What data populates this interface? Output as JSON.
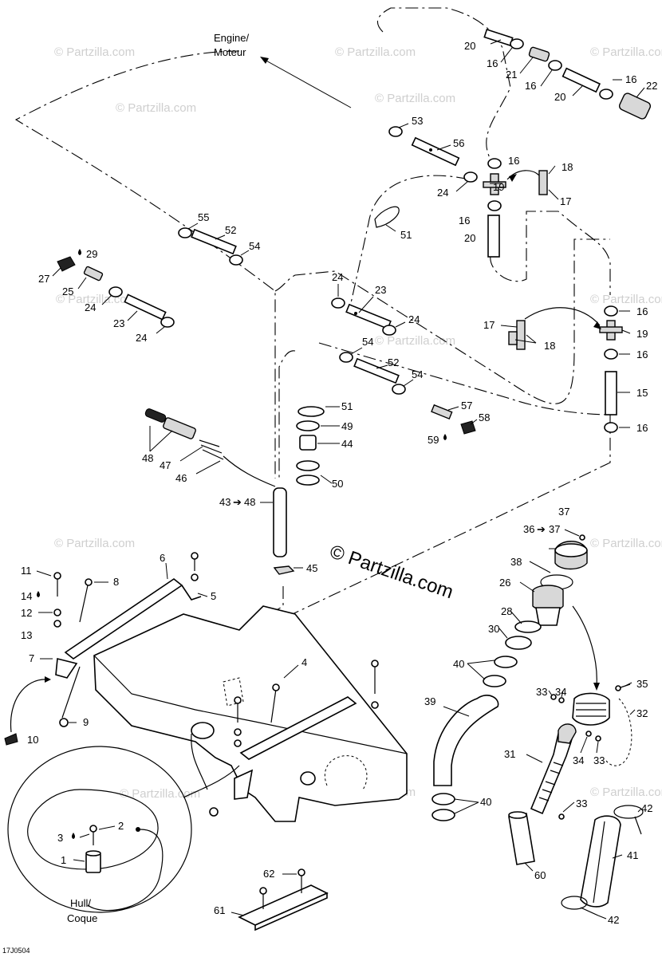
{
  "brand_text": "© Partzilla.com",
  "watermark_text": "© Partzilla.com",
  "diagram_code": "17J0504",
  "destinations": {
    "engine_line1": "Engine/",
    "engine_line2": "Moteur",
    "hull_line1": "Hull/",
    "hull_line2": "Coque"
  },
  "callouts": {
    "c1": "1",
    "c2": "2",
    "c3": "3",
    "c4": "4",
    "c5": "5",
    "c6": "6",
    "c7": "7",
    "c8": "8",
    "c9": "9",
    "c10": "10",
    "c11": "11",
    "c12": "12",
    "c13": "13",
    "c14": "14",
    "c15": "15",
    "c16a": "16",
    "c16b": "16",
    "c16c": "16",
    "c16d": "16",
    "c16e": "16",
    "c16f": "16",
    "c16g": "16",
    "c16h": "16",
    "c17a": "17",
    "c17b": "17",
    "c18a": "18",
    "c18b": "18",
    "c19a": "19",
    "c19b": "19",
    "c20a": "20",
    "c20b": "20",
    "c20c": "20",
    "c21": "21",
    "c22": "22",
    "c23a": "23",
    "c23b": "23",
    "c24a": "24",
    "c24b": "24",
    "c24c": "24",
    "c24d": "24",
    "c24e": "24",
    "c25": "25",
    "c26": "26",
    "c27": "27",
    "c28": "28",
    "c29": "29",
    "c30": "30",
    "c31": "31",
    "c32": "32",
    "c33a": "33",
    "c33b": "33",
    "c33c": "33",
    "c34a": "34",
    "c34b": "34",
    "c35": "35",
    "c36": "36",
    "c37a": "37",
    "c37b": "37",
    "c38": "38",
    "c39": "39",
    "c40a": "40",
    "c40b": "40",
    "c41": "41",
    "c42a": "42",
    "c42b": "42",
    "c43": "43",
    "c44": "44",
    "c45": "45",
    "c46": "46",
    "c47": "47",
    "c48a": "48",
    "c48b": "48",
    "c49": "49",
    "c50": "50",
    "c51a": "51",
    "c51b": "51",
    "c52a": "52",
    "c52b": "52",
    "c53": "53",
    "c54a": "54",
    "c54b": "54",
    "c54c": "54",
    "c55": "55",
    "c56": "56",
    "c57": "57",
    "c58": "58",
    "c59": "59",
    "c60": "60",
    "c61": "61",
    "c62": "62"
  },
  "icons": [
    "oil-drop-icon",
    "arrow-icon"
  ],
  "colors": {
    "line": "#000000",
    "watermark": "#cfcfcf",
    "background": "#ffffff"
  }
}
